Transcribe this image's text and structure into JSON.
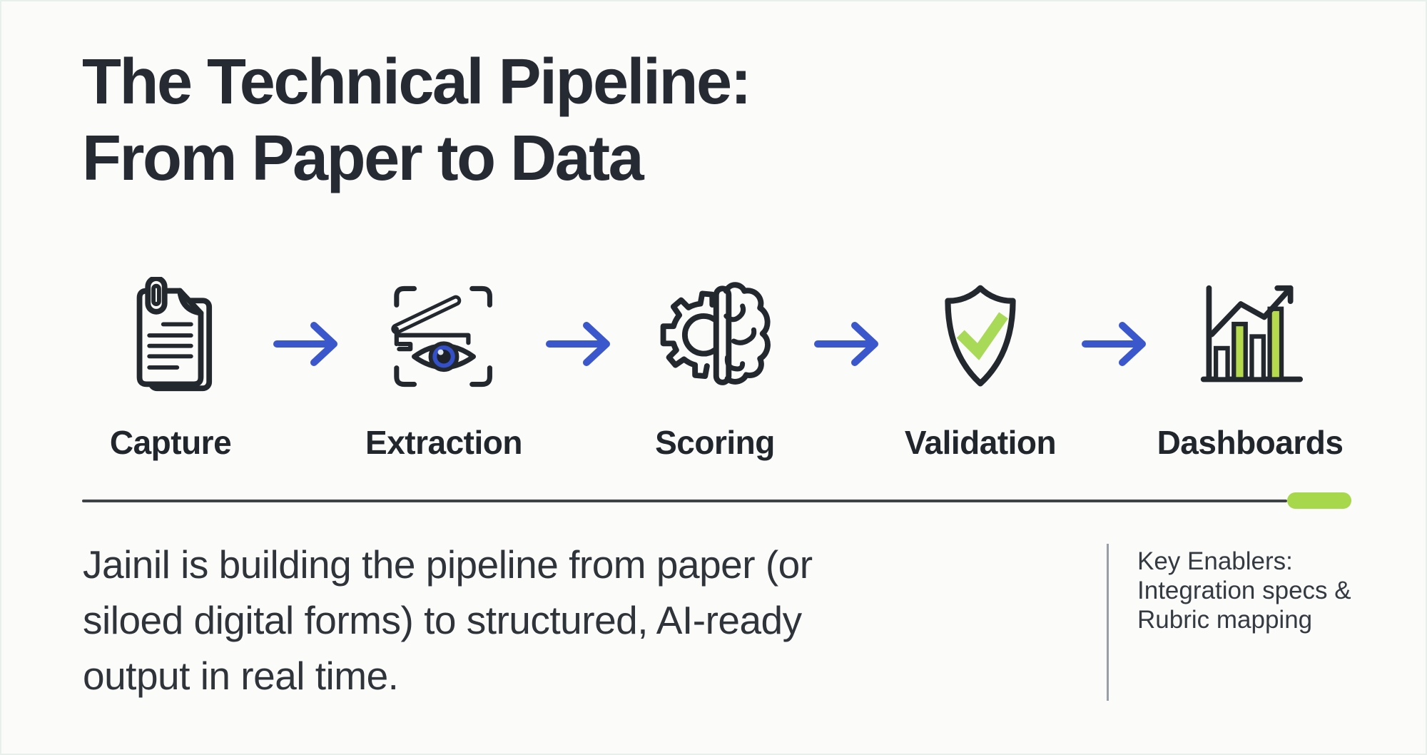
{
  "title": {
    "lines": [
      "The Technical Pipeline:",
      "From Paper to Data"
    ]
  },
  "pipeline": {
    "stages": [
      {
        "label": "Capture",
        "icon": "paperclip-documents-icon"
      },
      {
        "label": "Extraction",
        "icon": "scanner-eye-icon"
      },
      {
        "label": "Scoring",
        "icon": "gear-brain-icon"
      },
      {
        "label": "Validation",
        "icon": "shield-checkmark-icon"
      },
      {
        "label": "Dashboards",
        "icon": "bar-chart-growth-icon"
      }
    ],
    "arrow_icon": "right-arrow-icon",
    "arrow_count": 4
  },
  "summary": {
    "lines": [
      "Jainil is building the pipeline from paper (or",
      "siloed digital forms) to structured, AI-ready",
      "output in real time."
    ]
  },
  "key_enablers": {
    "lines": [
      "Key Enablers:",
      "Integration specs &",
      "Rubric mapping"
    ]
  },
  "colors": {
    "ink": "#23282f",
    "arrow_blue": "#3b57cc",
    "accent_green": "#a7d84b",
    "bar_green": "#b5da4d",
    "check_green": "#a8d957",
    "eye_blue": "#3350c8",
    "background": "#fbfbf9",
    "divider_dark": "#3d4247",
    "divider_gray": "#97a0a6"
  }
}
